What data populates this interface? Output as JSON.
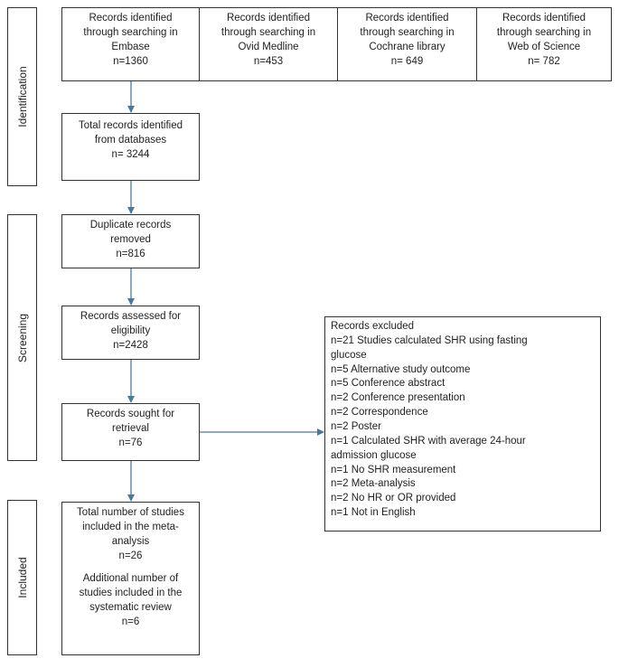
{
  "stages": {
    "identification": "Identification",
    "screening": "Screening",
    "included": "Included"
  },
  "sources": [
    {
      "lines": [
        "Records identified",
        "through searching in",
        "Embase",
        "n=1360"
      ]
    },
    {
      "lines": [
        "Records identified",
        "through searching in",
        "Ovid Medline",
        "n=453"
      ]
    },
    {
      "lines": [
        "Records identified",
        "through searching in",
        "Cochrane library",
        "n= 649"
      ]
    },
    {
      "lines": [
        "Records identified",
        "through searching in",
        "Web of Science",
        "n= 782"
      ]
    }
  ],
  "total": {
    "lines": [
      "Total records identified",
      "from databases",
      "n= 3244"
    ]
  },
  "duplicates": {
    "lines": [
      "Duplicate records",
      "removed",
      "n=816"
    ]
  },
  "assessed": {
    "lines": [
      "Records assessed for",
      "eligibility",
      "n=2428"
    ]
  },
  "sought": {
    "lines": [
      "Records sought for",
      "retrieval",
      "n=76"
    ]
  },
  "included_box": {
    "meta": [
      "Total number of studies",
      "included in the meta-",
      "analysis",
      "n=26"
    ],
    "systematic": [
      "Additional number of",
      "studies included in the",
      "systematic review",
      "n=6"
    ]
  },
  "excluded": {
    "lines": [
      "Records excluded",
      "n=21 Studies calculated SHR using fasting",
      "glucose",
      "n=5  Alternative study outcome",
      "n=5  Conference abstract",
      "n=2  Conference presentation",
      "n=2  Correspondence",
      "n=2  Poster",
      "n=1  Calculated SHR with average 24-hour",
      "admission glucose",
      "n=1  No SHR measurement",
      "n=2  Meta-analysis",
      "n=2  No HR or OR provided",
      "n=1  Not in English"
    ]
  },
  "colors": {
    "arrow": "#4a7a9a",
    "border": "#333333"
  }
}
